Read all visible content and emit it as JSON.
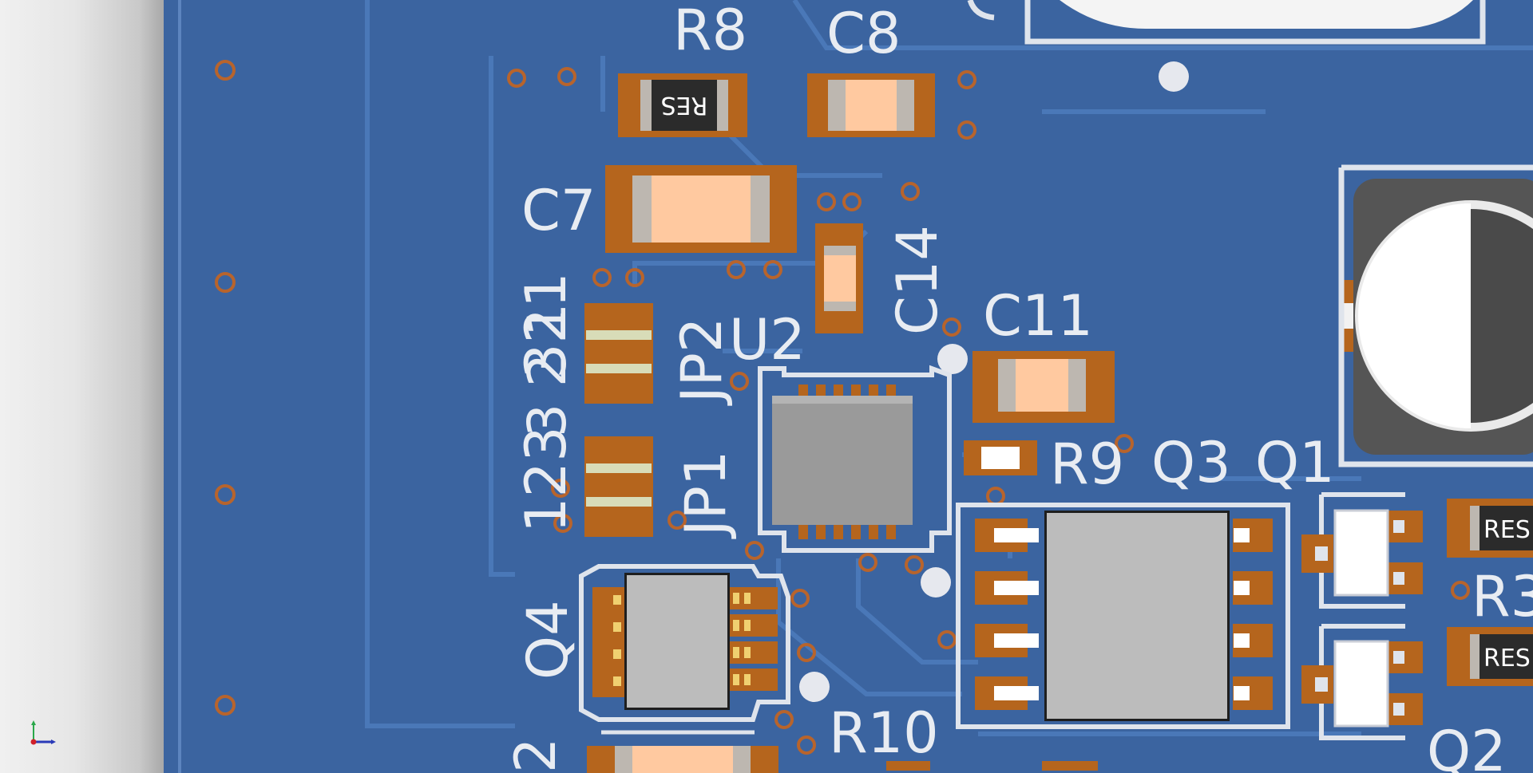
{
  "viewer": {
    "title": "PCB 3D viewer - board top",
    "axis_indicator": "xyz-axis-icon"
  },
  "colors": {
    "background_panel": "#e6e6e6",
    "board": "#3b64a0",
    "copper_pad": "#b5651d",
    "silkscreen": "#e8ecf2",
    "resistor_body": "#2b2b2b",
    "capacitor_body": "#ffc9a0",
    "ic_body": "#9a9a9a"
  },
  "labels": {
    "r8": "R8",
    "c8": "C8",
    "c7": "C7",
    "c14": "C14",
    "c11": "C11",
    "u2": "U2",
    "jp2": "JP2",
    "jp1": "JP1",
    "jp2_pins": "321",
    "jp1_pins_top": "3 2 1",
    "jp1_pins": "123",
    "r9": "R9",
    "q3": "Q3",
    "q1": "Q1",
    "q4": "Q4",
    "r10": "R10",
    "q2": "Q2",
    "r3_partial": "R3",
    "bottom_partial": "2",
    "res_marking": "RES"
  }
}
